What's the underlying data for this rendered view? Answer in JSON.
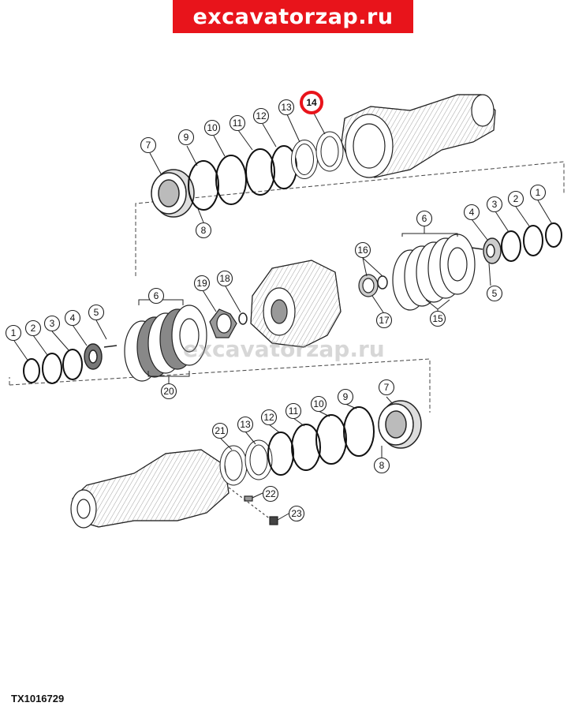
{
  "banner": {
    "text": "excavatorzap.ru",
    "color": "#e8141b"
  },
  "watermark": "excavatorzap.ru",
  "figure_id": "TX1016729",
  "highlight_color": "#e8141b",
  "callouts": [
    {
      "id": "c-14",
      "label": "14",
      "highlighted": true
    },
    {
      "id": "c-13-top",
      "label": "13"
    },
    {
      "id": "c-12-top",
      "label": "12"
    },
    {
      "id": "c-11-top",
      "label": "11"
    },
    {
      "id": "c-10-top",
      "label": "10"
    },
    {
      "id": "c-9-top",
      "label": "9"
    },
    {
      "id": "c-7-top",
      "label": "7"
    },
    {
      "id": "c-8-top",
      "label": "8"
    },
    {
      "id": "c-6-right",
      "label": "6"
    },
    {
      "id": "c-4-right",
      "label": "4"
    },
    {
      "id": "c-3-right",
      "label": "3"
    },
    {
      "id": "c-2-right",
      "label": "2"
    },
    {
      "id": "c-1-right",
      "label": "1"
    },
    {
      "id": "c-16",
      "label": "16"
    },
    {
      "id": "c-17",
      "label": "17"
    },
    {
      "id": "c-15",
      "label": "15"
    },
    {
      "id": "c-5-right",
      "label": "5"
    },
    {
      "id": "c-19",
      "label": "19"
    },
    {
      "id": "c-18",
      "label": "18"
    },
    {
      "id": "c-6-left",
      "label": "6"
    },
    {
      "id": "c-5-left",
      "label": "5"
    },
    {
      "id": "c-4-left",
      "label": "4"
    },
    {
      "id": "c-3-left",
      "label": "3"
    },
    {
      "id": "c-2-left",
      "label": "2"
    },
    {
      "id": "c-1-left",
      "label": "1"
    },
    {
      "id": "c-20",
      "label": "20"
    },
    {
      "id": "c-7-bottom",
      "label": "7"
    },
    {
      "id": "c-9-bottom",
      "label": "9"
    },
    {
      "id": "c-10-bottom",
      "label": "10"
    },
    {
      "id": "c-11-bottom",
      "label": "11"
    },
    {
      "id": "c-12-bottom",
      "label": "12"
    },
    {
      "id": "c-13-bottom",
      "label": "13"
    },
    {
      "id": "c-21",
      "label": "21"
    },
    {
      "id": "c-8-bottom",
      "label": "8"
    },
    {
      "id": "c-22",
      "label": "22"
    },
    {
      "id": "c-23",
      "label": "23"
    }
  ]
}
